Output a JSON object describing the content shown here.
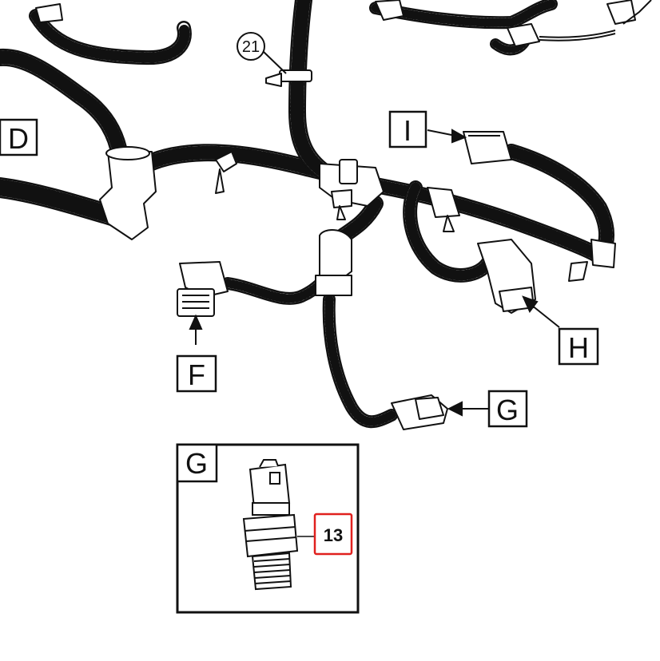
{
  "diagram": {
    "callout_circle": "21",
    "labels": {
      "D": "D",
      "I": "I",
      "F": "F",
      "H": "H",
      "G": "G"
    },
    "detail": {
      "title": "G",
      "part_number": "13",
      "highlight_color": "#e0201e"
    },
    "colors": {
      "line": "#111111",
      "hose_fill": "#ffffff"
    }
  }
}
